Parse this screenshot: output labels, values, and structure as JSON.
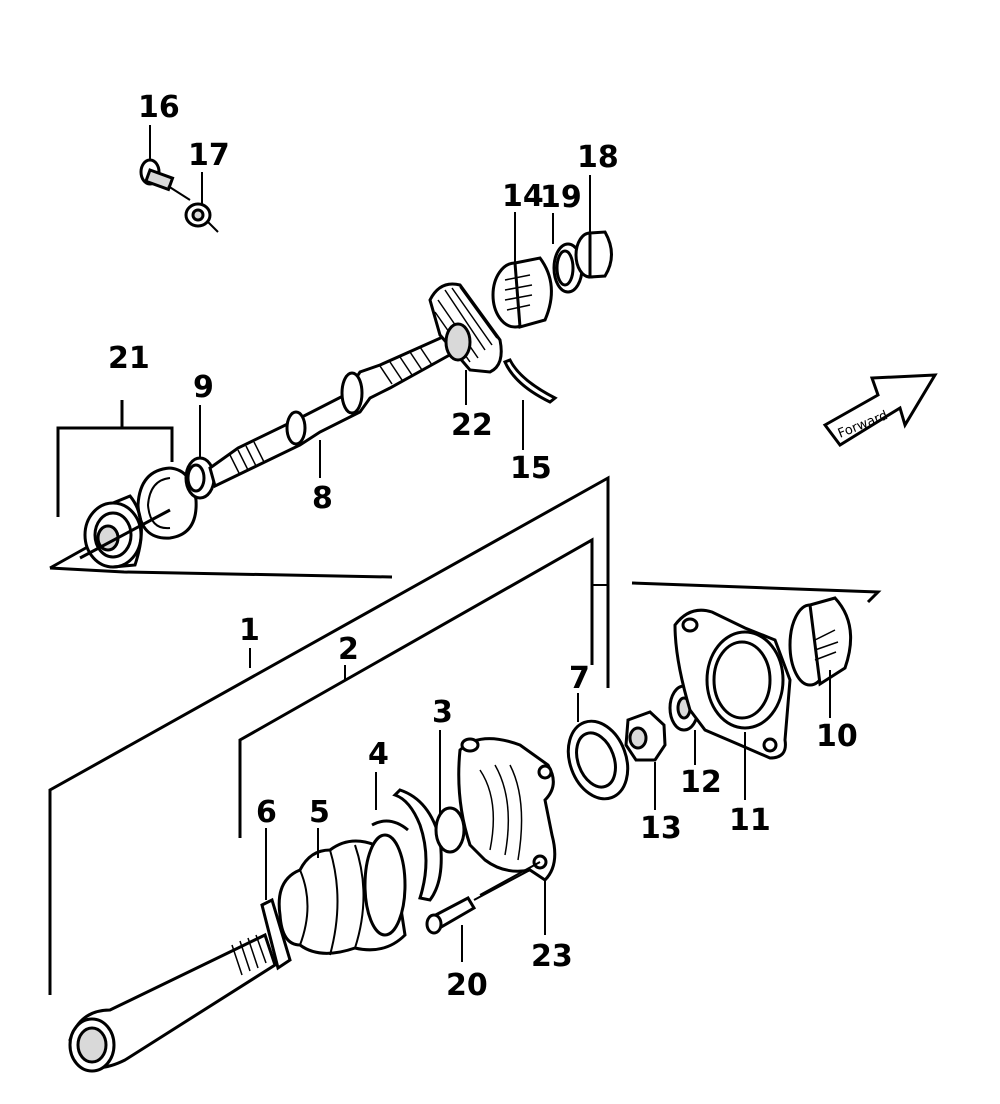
{
  "labels": {
    "l1": "1",
    "l2": "2",
    "l3": "3",
    "l4": "4",
    "l5": "5",
    "l6": "6",
    "l7": "7",
    "l8": "8",
    "l9": "9",
    "l10": "10",
    "l11": "11",
    "l12": "12",
    "l13": "13",
    "l14": "14",
    "l15": "15",
    "l16": "16",
    "l17": "17",
    "l18": "18",
    "l19": "19",
    "l20": "20",
    "l21": "21",
    "l22": "22",
    "l23": "23"
  },
  "forward_arrow": {
    "text": "Forward"
  }
}
